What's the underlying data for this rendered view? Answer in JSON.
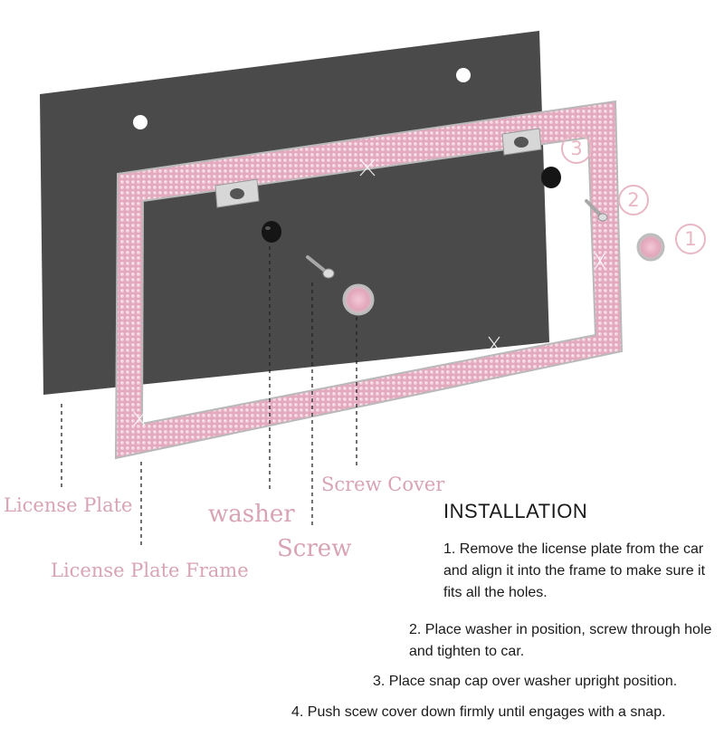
{
  "labels": {
    "license_plate": "License Plate",
    "license_plate_frame": "License Plate Frame",
    "washer": "washer",
    "screw": "Screw",
    "screw_cover": "Screw Cover"
  },
  "callouts": [
    "3",
    "2",
    "1"
  ],
  "installation": {
    "title": "INSTALLATION",
    "steps": [
      "1. Remove the license plate from the car and align it into the frame to make sure it fits all the holes.",
      "2. Place washer in position, screw through hole and tighten to car.",
      "3. Place snap cap over washer upright position.",
      "4. Push scew cover down firmly until engages with a snap."
    ]
  },
  "colors": {
    "plate": "#4a4a4a",
    "frame_pink": "#e9b4c7",
    "label_pink": "#d8a3b3",
    "callout_pink": "#e7b8c4"
  }
}
